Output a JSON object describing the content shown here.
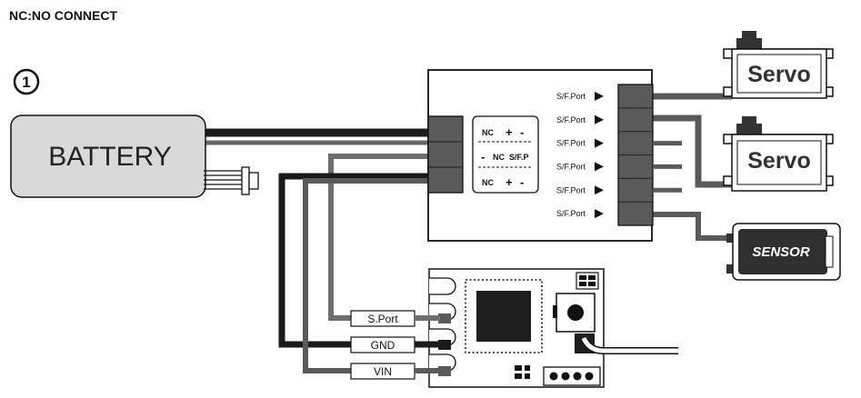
{
  "note": "NC:NO CONNECT",
  "step_number": "1",
  "battery_label": "BATTERY",
  "header_pins": {
    "row1": {
      "a": "NC",
      "b": "+",
      "c": "-"
    },
    "row2": {
      "a": "-",
      "b": "NC",
      "c": "S/F.P"
    },
    "row3": {
      "a": "NC",
      "b": "+",
      "c": "-"
    }
  },
  "port_label": "S/F.Port",
  "port_count": 6,
  "servo_label": "Servo",
  "sensor_label": "SENSOR",
  "wire_labels": {
    "sport": "S.Port",
    "gnd": "GND",
    "vin": "VIN"
  },
  "colors": {
    "outline": "#111111",
    "battery_fill": "#d9d9d9",
    "wire_black": "#1a1a1a",
    "wire_dark": "#3a3a3a",
    "wire_grey": "#6e6e6e",
    "connector": "#5a5a5a",
    "sensor_fill": "#2f2f2f"
  }
}
